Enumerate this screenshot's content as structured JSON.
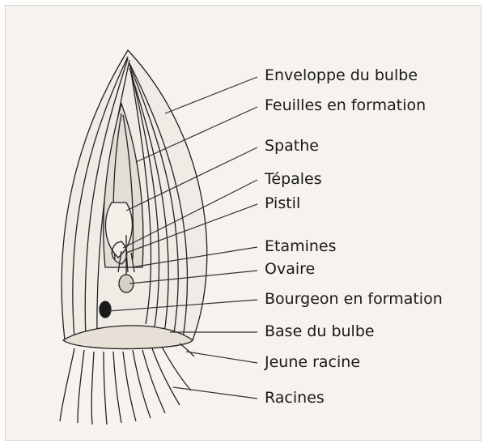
{
  "labels": {
    "enveloppe": "Enveloppe du bulbe",
    "feuilles": "Feuilles en formation",
    "spathe": "Spathe",
    "tepales": "Tépales",
    "pistil": "Pistil",
    "etamines": "Etamines",
    "ovaire": "Ovaire",
    "bourgeon": "Bourgeon en formation",
    "base": "Base du bulbe",
    "jeune_racine": "Jeune racine",
    "racines": "Racines"
  },
  "colors": {
    "background": "#f6f2ee",
    "ink": "#1a1a1a"
  }
}
